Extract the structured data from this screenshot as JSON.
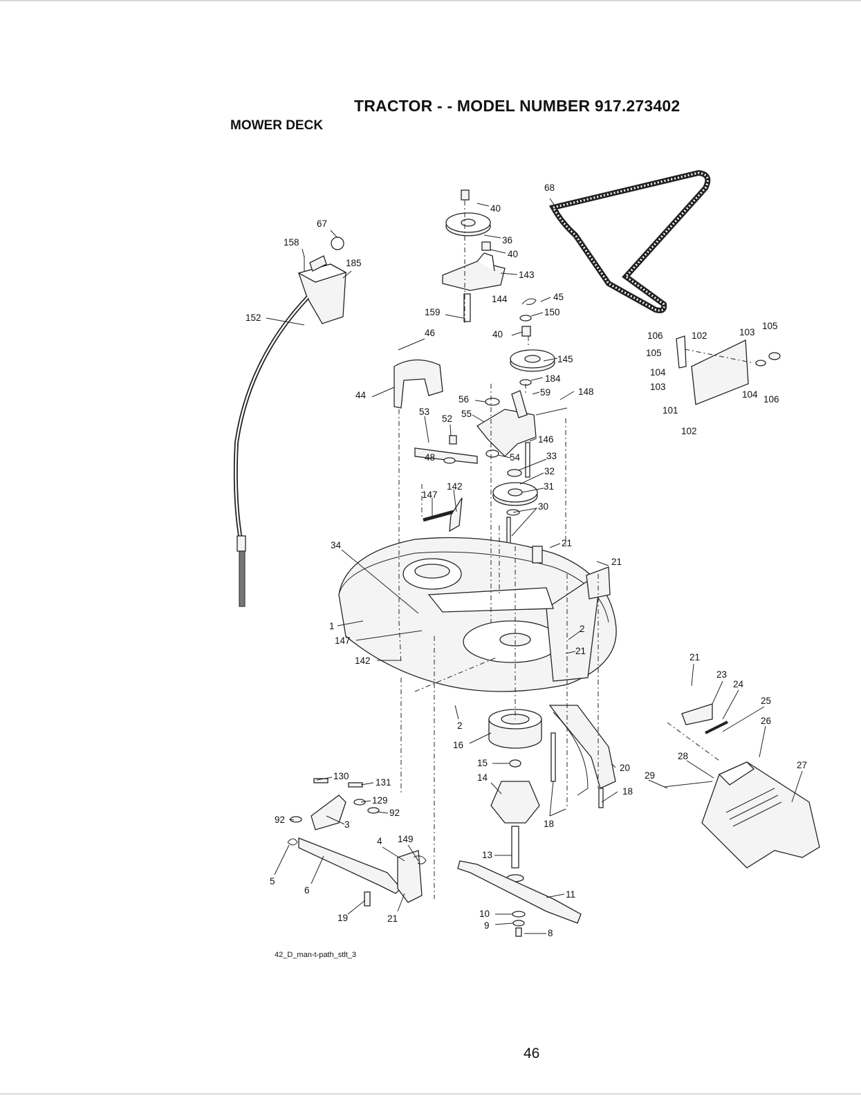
{
  "header": {
    "title": "TRACTOR - - MODEL NUMBER 917.273402",
    "section": "MOWER DECK"
  },
  "footer": {
    "drawing_id": "42_D_man-t-path_stlt_3",
    "page_number": "46"
  },
  "callouts": [
    "40",
    "68",
    "36",
    "40",
    "67",
    "158",
    "185",
    "143",
    "144",
    "45",
    "159",
    "150",
    "152",
    "40",
    "46",
    "145",
    "106",
    "102",
    "103",
    "105",
    "105",
    "104",
    "103",
    "184",
    "59",
    "148",
    "44",
    "56",
    "53",
    "52",
    "55",
    "101",
    "104",
    "106",
    "102",
    "146",
    "48",
    "54",
    "33",
    "32",
    "31",
    "142",
    "147",
    "30",
    "34",
    "21",
    "21",
    "1",
    "147",
    "2",
    "21",
    "142",
    "21",
    "23",
    "24",
    "25",
    "26",
    "2",
    "16",
    "15",
    "20",
    "28",
    "27",
    "29",
    "18",
    "130",
    "131",
    "14",
    "129",
    "92",
    "92",
    "3",
    "18",
    "4",
    "149",
    "13",
    "5",
    "6",
    "11",
    "19",
    "21",
    "10",
    "9",
    "8"
  ],
  "colors": {
    "ink": "#222222",
    "paper": "#ffffff"
  }
}
